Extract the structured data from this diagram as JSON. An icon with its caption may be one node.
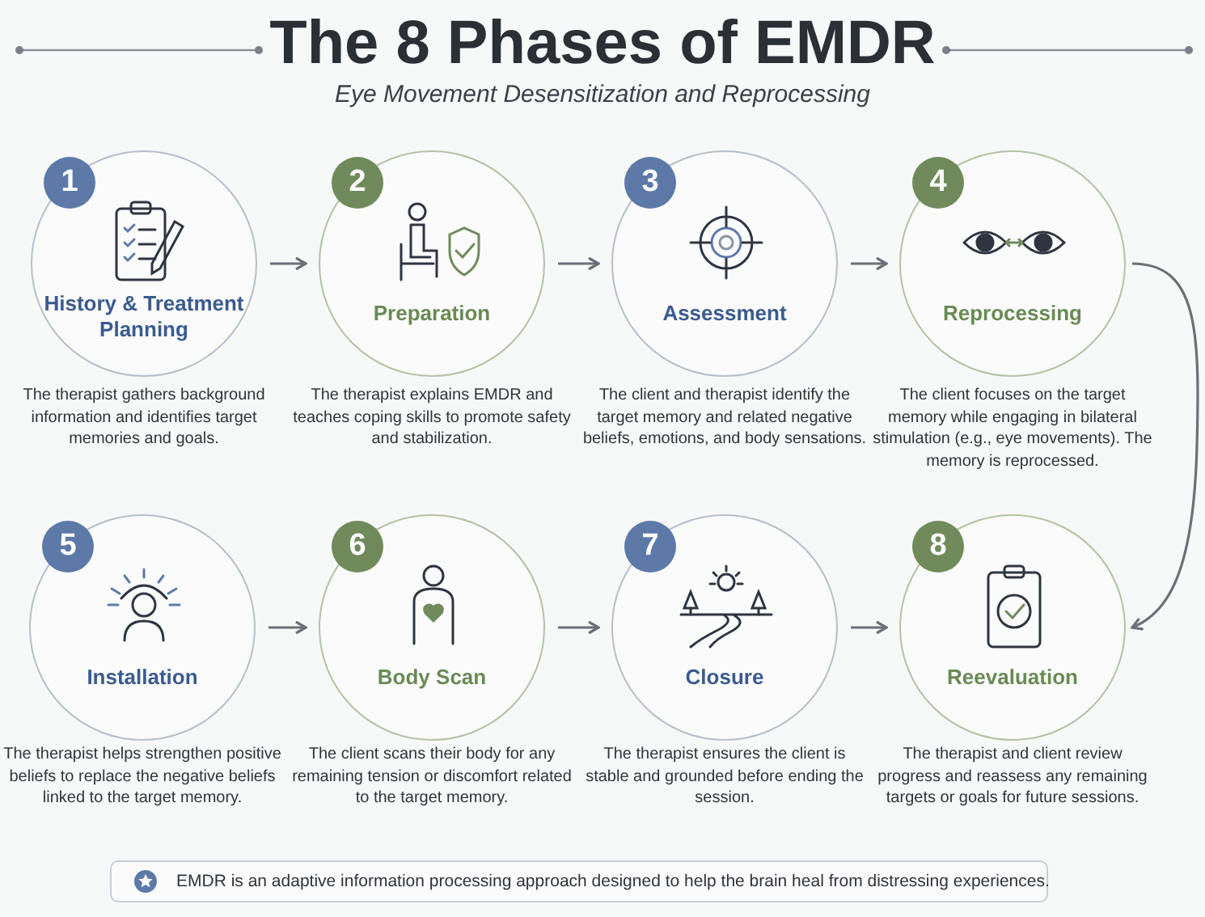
{
  "diagram": {
    "title": "The 8 Phases of EMDR",
    "caption": "Eye Movement Desensitization and Reprocessing",
    "nodes": [
      {
        "text": [
          "1",
          "History & Treatment Planning"
        ],
        "beside": [
          "The therapist gathers background information and identifies target memories and goals."
        ]
      },
      {
        "text": [
          "2",
          "Preparation"
        ],
        "beside": [
          "The therapist explains EMDR and teaches coping skills to promote safety and stabilization."
        ]
      },
      {
        "text": [
          "3",
          "Assessment"
        ],
        "beside": [
          "The client and therapist identify the target memory and related negative beliefs, emotions, and body sensations."
        ]
      },
      {
        "text": [
          "4",
          "Reprocessing"
        ],
        "beside": [
          "The client focuses on the target memory while engaging in bilateral stimulation (e.g., eye movements). The memory is reprocessed."
        ]
      },
      {
        "text": [
          "5",
          "Installation"
        ],
        "beside": [
          "The therapist helps strengthen positive beliefs to replace the negative beliefs linked to the target memory."
        ]
      },
      {
        "text": [
          "6",
          "Body Scan"
        ],
        "beside": [
          "The client scans their body for any remaining tension or discomfort related to the target memory."
        ]
      },
      {
        "text": [
          "7",
          "Closure"
        ],
        "beside": [
          "The therapist ensures the client is stable and grounded before ending the session."
        ]
      },
      {
        "text": [
          "8",
          "Reevaluation"
        ],
        "beside": [
          "The therapist and client review progress and reassess any remaining targets or goals for future sessions."
        ]
      },
      {
        "text": [
          "EMDR is an adaptive information processing approach designed to help the brain heal from distressing experiences."
        ]
      }
    ],
    "edges": [
      {
        "from": 0,
        "to": 1,
        "arrow": "to"
      },
      {
        "from": 1,
        "to": 2,
        "arrow": "to"
      },
      {
        "from": 2,
        "to": 3,
        "arrow": "to"
      },
      {
        "from": 3,
        "to": 7,
        "arrow": "to"
      },
      {
        "from": 4,
        "to": 5,
        "arrow": "to"
      },
      {
        "from": 5,
        "to": 6,
        "arrow": "to"
      },
      {
        "from": 6,
        "to": 7,
        "arrow": "to"
      }
    ]
  }
}
